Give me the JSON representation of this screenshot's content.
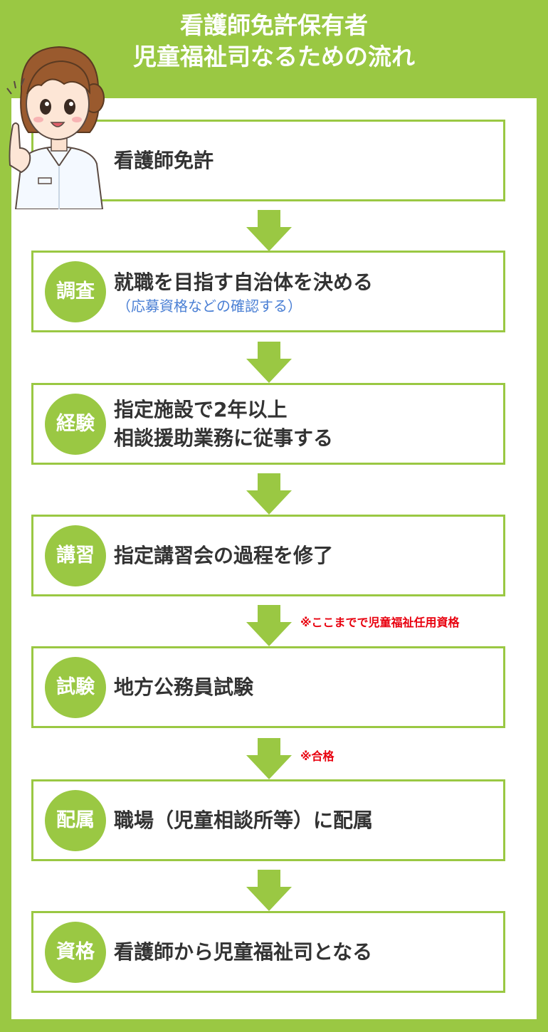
{
  "header": {
    "title_line1": "看護師免許保有者",
    "title_line2": "児童福祉司なるための流れ"
  },
  "colors": {
    "accent": "#9ac843",
    "text": "#333333",
    "sub_text": "#4a7fd4",
    "note": "#e8000e",
    "panel": "#ffffff"
  },
  "illustration": {
    "subject": "nurse-pointing-character"
  },
  "steps": [
    {
      "badge": "",
      "main": "看護師免許",
      "main2": "",
      "sub": ""
    },
    {
      "badge": "調査",
      "main": "就職を目指す自治体を決める",
      "main2": "",
      "sub": "（応募資格などの確認する）"
    },
    {
      "badge": "経験",
      "main": "指定施設で2年以上",
      "main2": "相談援助業務に従事する",
      "sub": ""
    },
    {
      "badge": "講習",
      "main": "指定講習会の過程を修了",
      "main2": "",
      "sub": ""
    },
    {
      "badge": "試験",
      "main": "地方公務員試験",
      "main2": "",
      "sub": ""
    },
    {
      "badge": "配属",
      "main": "職場（児童相談所等）に配属",
      "main2": "",
      "sub": ""
    },
    {
      "badge": "資格",
      "main": "看護師から児童福祉司となる",
      "main2": "",
      "sub": ""
    }
  ],
  "notes": {
    "after_step4": "※ここまでで児童福祉任用資格",
    "after_step5": "※合格"
  }
}
